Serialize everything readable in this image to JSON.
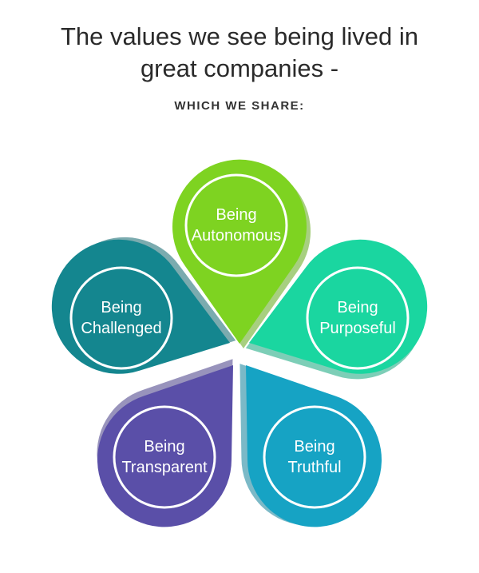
{
  "header": {
    "title_line1": "The values we see being lived in",
    "title_line2": "great companies -",
    "subtitle": "WHICH WE SHARE:"
  },
  "petals": [
    {
      "id": "autonomous",
      "line1": "Being",
      "line2": "Autonomous",
      "color": "#7ed321",
      "shadow": "#5fa818"
    },
    {
      "id": "purposeful",
      "line1": "Being",
      "line2": "Purposeful",
      "color": "#1ad6a0",
      "shadow": "#13a57c"
    },
    {
      "id": "truthful",
      "line1": "Being",
      "line2": "Truthful",
      "color": "#16a3c4",
      "shadow": "#0f7f99"
    },
    {
      "id": "transparent",
      "line1": "Being",
      "line2": "Transparent",
      "color": "#5a4fa8",
      "shadow": "#433a85"
    },
    {
      "id": "challenged",
      "line1": "Being",
      "line2": "Challenged",
      "color": "#14868f",
      "shadow": "#0e666d"
    }
  ]
}
